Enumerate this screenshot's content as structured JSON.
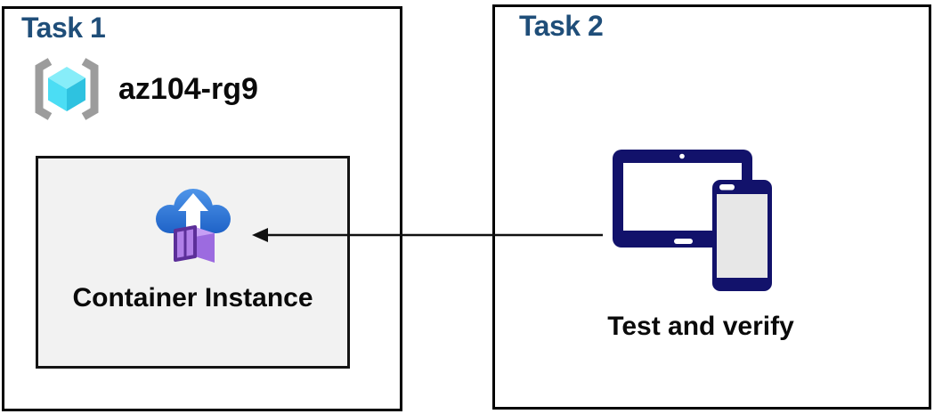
{
  "task1": {
    "title": "Task 1",
    "resource_group_name": "az104-rg9",
    "container_label": "Container Instance"
  },
  "task2": {
    "title": "Task 2",
    "devices_label": "Test and verify"
  },
  "arrow": {
    "direction": "right-to-left",
    "from": "task2-devices",
    "to": "container-instance-box"
  },
  "icons": {
    "resource_group": "resource-group-icon",
    "container_instance": "container-instance-icon",
    "devices": "devices-icon",
    "connector": "left-arrow-connector"
  },
  "colors": {
    "title_blue": "#1F4E79",
    "text_black": "#0A0A0A",
    "outer_border": "#000000",
    "inner_box_bg": "#F2F2F2",
    "inner_box_border": "#141414",
    "device_navy": "#12126B",
    "device_screen_gray": "#E7E7E7",
    "cloud_blue_top": "#4E95E9",
    "cloud_blue_bottom": "#1D61C6",
    "container_purple_dark": "#5C2F99",
    "container_purple_front": "#B07FE8",
    "container_purple_top": "#C69FF5",
    "container_purple_side": "#9C6BE0",
    "cube_cyan_top": "#87EDF9",
    "cube_cyan_left": "#4BDDF4",
    "cube_cyan_right": "#2EC2E0",
    "bracket_gray": "#9C9C9C"
  }
}
